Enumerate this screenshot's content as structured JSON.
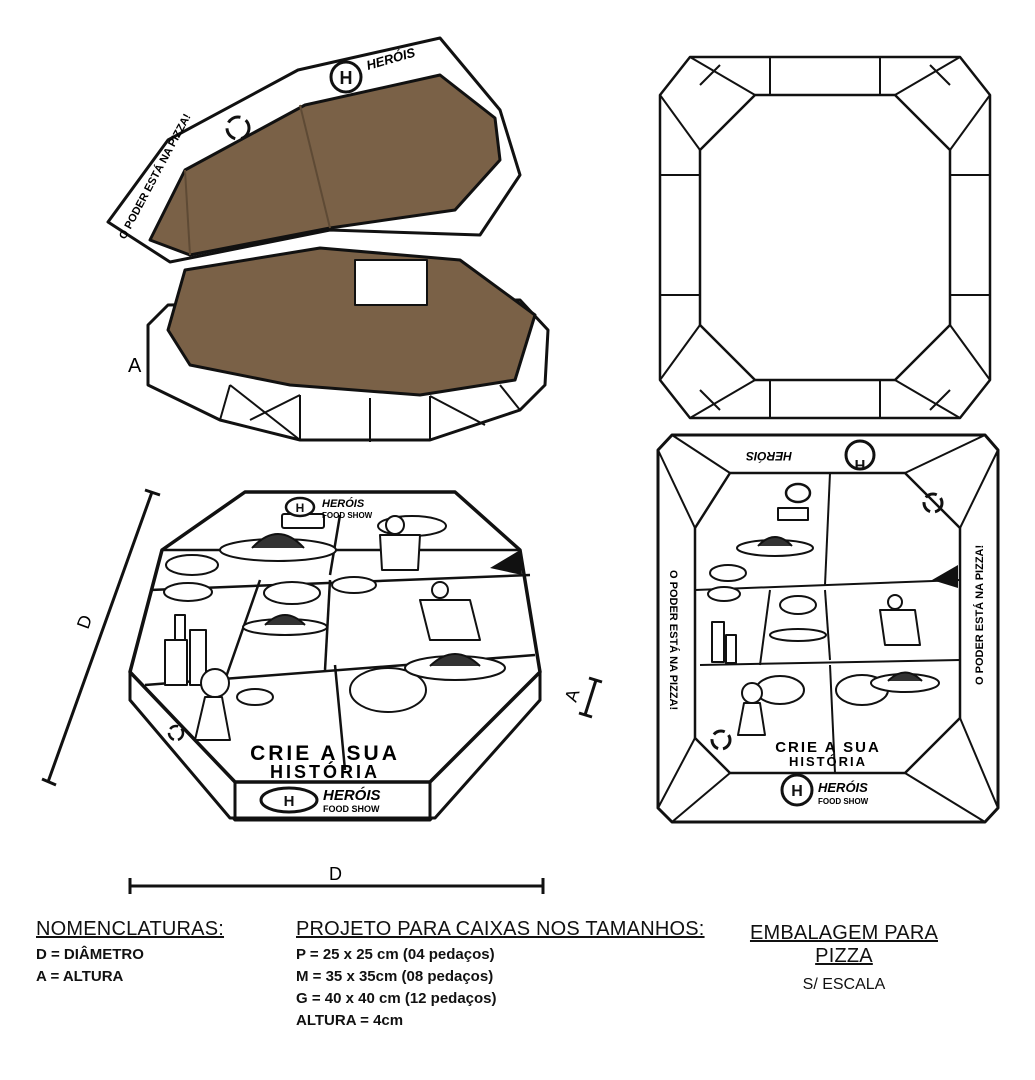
{
  "labels": {
    "height_mark": "A",
    "diameter_mark": "D",
    "box_logo_line1": "HERÓIS",
    "box_logo_line2": "FOOD SHOW",
    "box_slogan": "O PODER ESTÁ NA PIZZA!",
    "box_tagline_line1": "CRIE A SUA",
    "box_tagline_line2": "HISTÓRIA"
  },
  "nomenclature": {
    "title": "NOMENCLATURAS:",
    "items": [
      "D = DIÂMETRO",
      "A = ALTURA"
    ]
  },
  "project": {
    "title": "PROJETO PARA CAIXAS NOS TAMANHOS:",
    "sizes": [
      "P = 25 x 25 cm (04 pedaços)",
      "M = 35 x 35cm (08 pedaços)",
      "G = 40 x 40 cm (12 pedaços)",
      "ALTURA = 4cm"
    ]
  },
  "packaging": {
    "title": "EMBALAGEM PARA PIZZA",
    "scale": "S/ ESCALA"
  },
  "colors": {
    "cardboard": "#7a6147",
    "cardboard_dark": "#5e4a35",
    "line": "#111111"
  }
}
